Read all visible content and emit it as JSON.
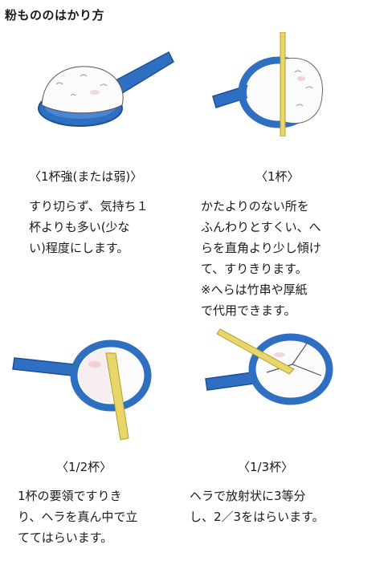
{
  "title": "粉もののはかり方",
  "panels": [
    {
      "caption": "〈1杯強(または弱)〉",
      "lines": [
        "すり切らず、気持ち１",
        "杯よりも多い(少な",
        "い)程度にします。"
      ]
    },
    {
      "caption": "〈1杯〉",
      "lines": [
        "かたよりのない所を",
        "ふんわりとすくい、へ",
        "らを直角より少し傾け",
        "て、すりきります。",
        "※へらは竹串や厚紙",
        "で代用できます。"
      ]
    },
    {
      "caption": "〈1/2杯〉",
      "lines": [
        "1杯の要領ですりき",
        "り、ヘラを真ん中で立",
        "ててはらいます。"
      ]
    },
    {
      "caption": "〈1/3杯〉",
      "lines": [
        "ヘラで放射状に3等分",
        "し、2／3をはらいます。"
      ]
    }
  ],
  "colors": {
    "spoon_blue": "#2f6fc1",
    "spoon_dark": "#1d4f96",
    "powder": "#fbfbfb",
    "spatula": "#e9d66a"
  }
}
